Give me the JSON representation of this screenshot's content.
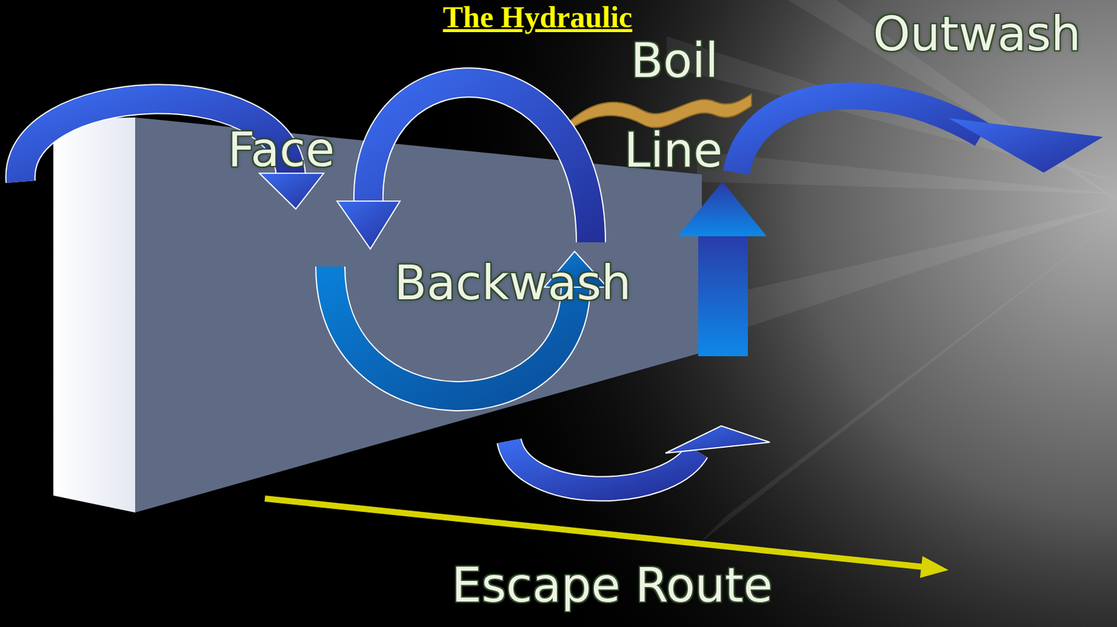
{
  "diagram": {
    "title": "The Hydraulic",
    "labels": [
      "Outwash",
      "Boil",
      "Face",
      "Line",
      "Backwash",
      "Escape Route"
    ]
  }
}
